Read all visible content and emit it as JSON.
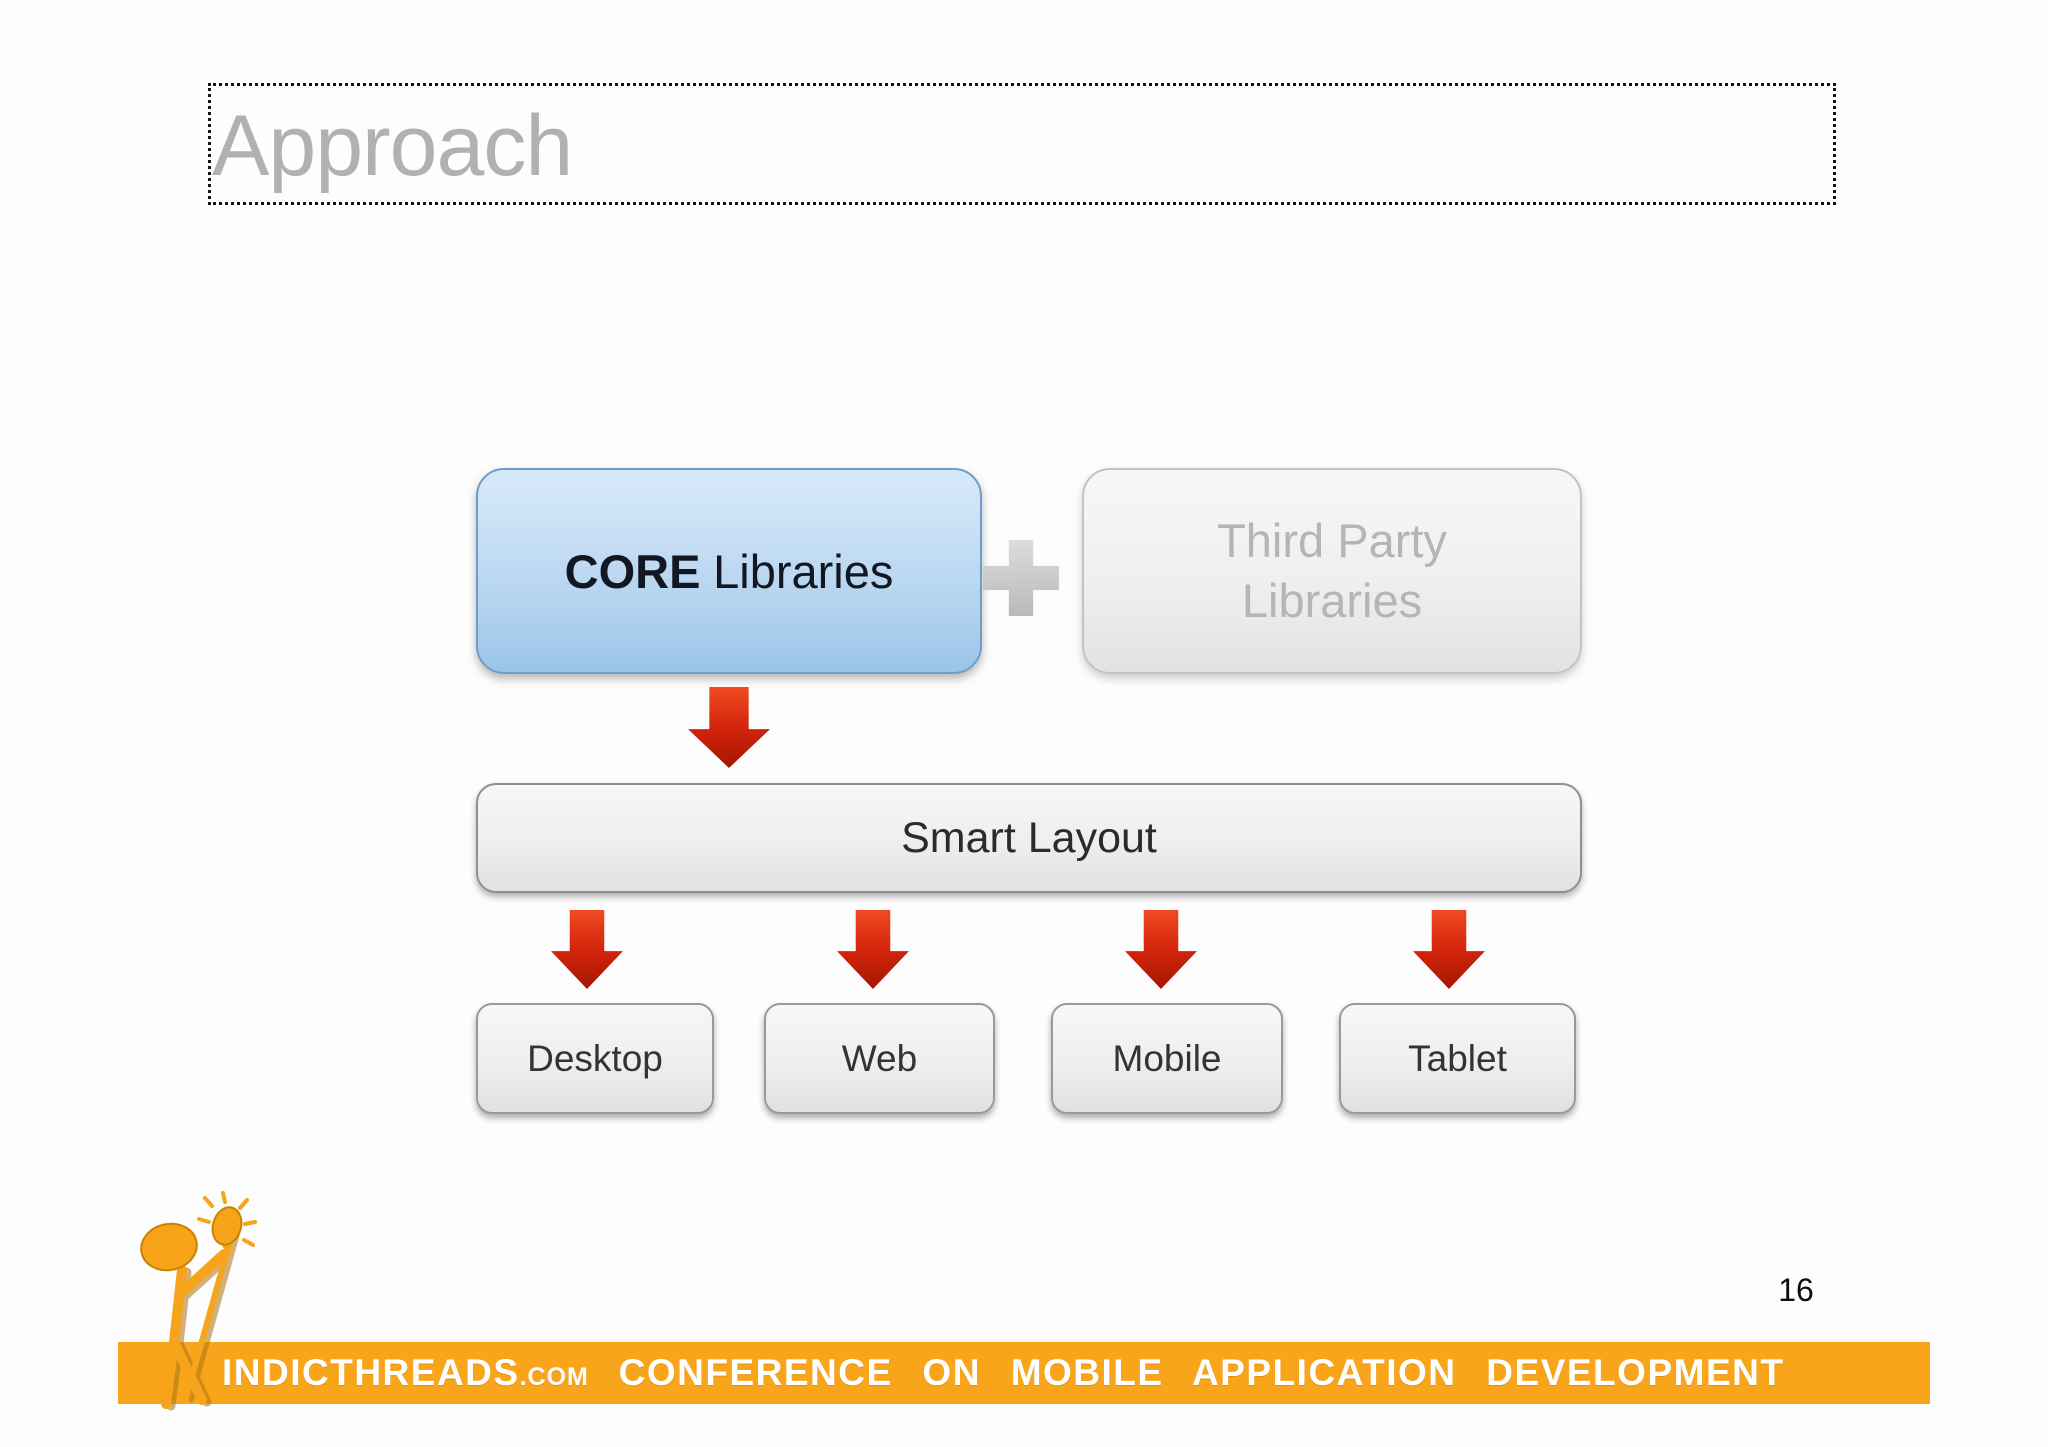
{
  "slide": {
    "title": "Approach",
    "page_number": "16",
    "background_color": "#fdfdfd"
  },
  "diagram": {
    "core_box": {
      "label_primary": "CORE",
      "label_secondary": "Libraries",
      "fill_color": "#b9d7f2"
    },
    "plus_icon": "plus",
    "third_party_box": {
      "line1": "Third Party",
      "line2": "Libraries",
      "fill_color": "#ededed"
    },
    "smart_layout_box": {
      "label": "Smart Layout"
    },
    "target_boxes": [
      {
        "label": "Desktop"
      },
      {
        "label": "Web"
      },
      {
        "label": "Mobile"
      },
      {
        "label": "Tablet"
      }
    ],
    "arrow_color": "#c62008"
  },
  "footer": {
    "brand": "INDICTHREADS",
    "brand_suffix": ".COM",
    "tagline": "CONFERENCE ON MOBILE APPLICATION DEVELOPMENT",
    "bar_color": "#F9A51B",
    "logo": "stick-figure-sparkler"
  }
}
